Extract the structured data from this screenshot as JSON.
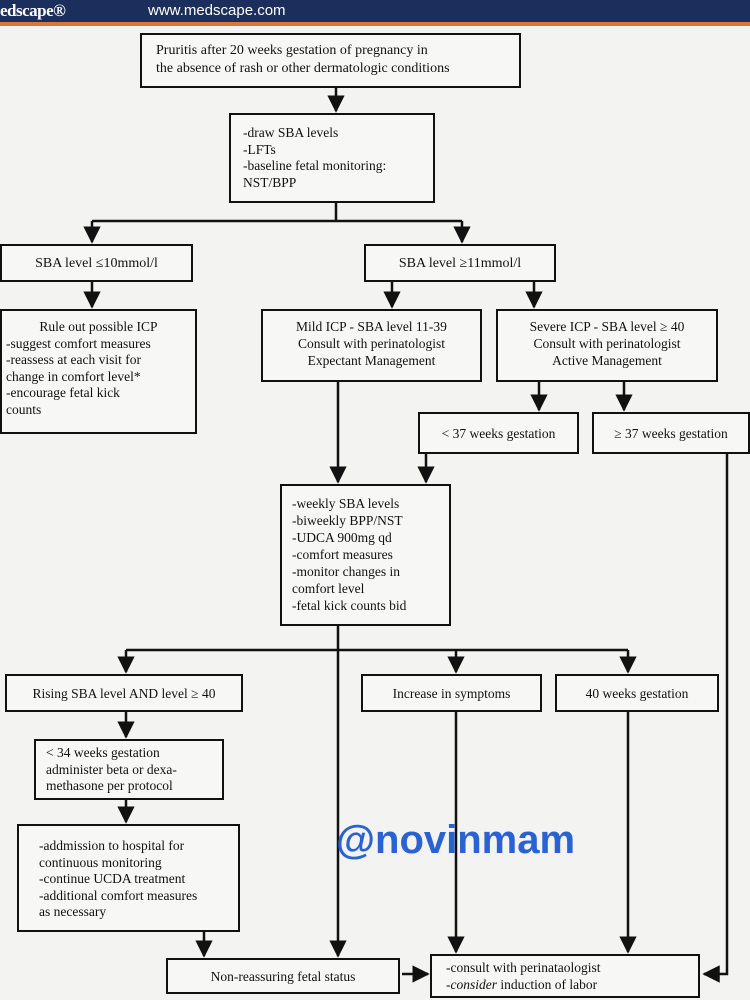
{
  "header": {
    "brand": "edscape®",
    "url": "www.medscape.com"
  },
  "watermark": "@novinmam",
  "nodes": {
    "pruritis": [
      "Pruritis after 20 weeks gestation of pregnancy in",
      "the absence of rash or other dermatologic conditions"
    ],
    "draw_sba": [
      "-draw SBA levels",
      "-LFTs",
      "-baseline fetal  monitoring:",
      "  NST/BPP"
    ],
    "sba_low": "SBA level ≤10mmol/l",
    "sba_high": "SBA level ≥11mmol/l",
    "rule_out": [
      "Rule out possible ICP",
      "-suggest comfort measures",
      "-reassess at each visit for",
      " change in comfort level*",
      "-encourage fetal kick",
      "  counts"
    ],
    "mild_icp": [
      "Mild ICP - SBA level 11-39",
      "Consult with perinatologist",
      "Expectant Management"
    ],
    "severe_icp": [
      "Severe ICP - SBA level ≥ 40",
      "Consult with perinatologist",
      "Active Management"
    ],
    "lt37": "< 37 weeks gestation",
    "ge37": "≥ 37 weeks gestation",
    "weekly": [
      "-weekly SBA levels",
      "-biweekly BPP/NST",
      "-UDCA 900mg qd",
      "-comfort measures",
      "-monitor changes in",
      " comfort level",
      "-fetal kick counts bid"
    ],
    "rising": "Rising SBA level AND level ≥ 40",
    "increase": "Increase in symptoms",
    "forty_weeks": "40 weeks gestation",
    "lt34": [
      "< 34 weeks gestation",
      "administer beta or dexa-",
      "methasone per protocol"
    ],
    "admission": [
      "-addmission to hospital for",
      " continuous monitoring",
      "-continue UCDA treatment",
      "-additional comfort measures",
      " as necessary"
    ],
    "nonreassuring": "Non-reassuring fetal status",
    "consult_a": "-consult with perinataologist",
    "consult_b_em": "consider",
    "consult_b_rest": " induction of labor"
  }
}
